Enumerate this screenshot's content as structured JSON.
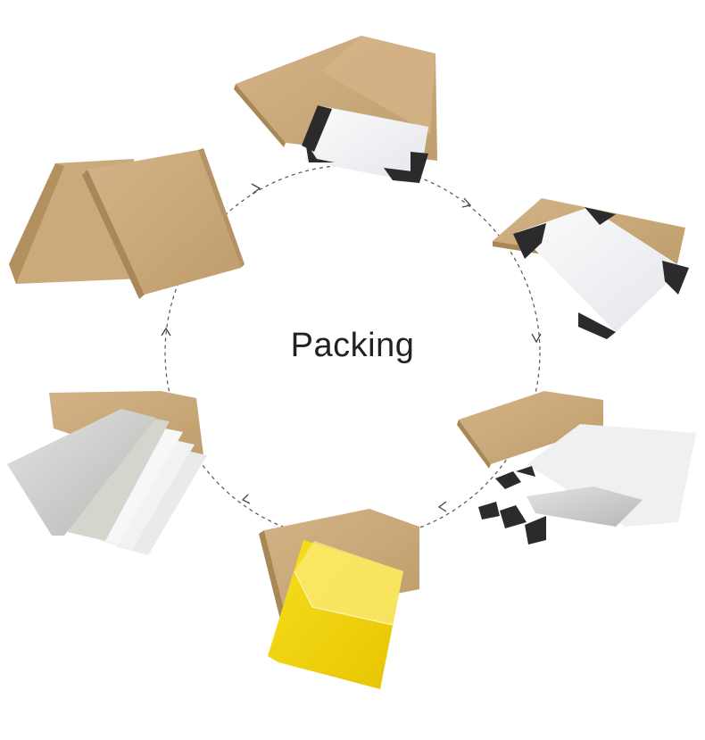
{
  "title": "Packing",
  "colors": {
    "background": "#ffffff",
    "kraft": "#c9a878",
    "kraft_dark": "#b08f60",
    "corner": "#2b2b2b",
    "panel_white": "#f3f4f6",
    "panel_silver": "#c8c9c6",
    "panel_yellow": "#f2d40e",
    "dashed_circle": "#555555"
  },
  "steps": [
    {
      "name": "kraft-envelopes",
      "icon": "kraft-envelope-pair"
    },
    {
      "name": "sheets-with-corner-protectors-in-envelope",
      "icon": "envelope-with-sheet"
    },
    {
      "name": "sheet-stack-with-black-corners",
      "icon": "corner-protected-sheet"
    },
    {
      "name": "wrapped-sheet-with-loose-corners",
      "icon": "wrapped-sheet"
    },
    {
      "name": "yellow-sheet-with-film-in-envelope",
      "icon": "yellow-sheet"
    },
    {
      "name": "fanned-sample-sheets",
      "icon": "fanned-sheets"
    }
  ]
}
